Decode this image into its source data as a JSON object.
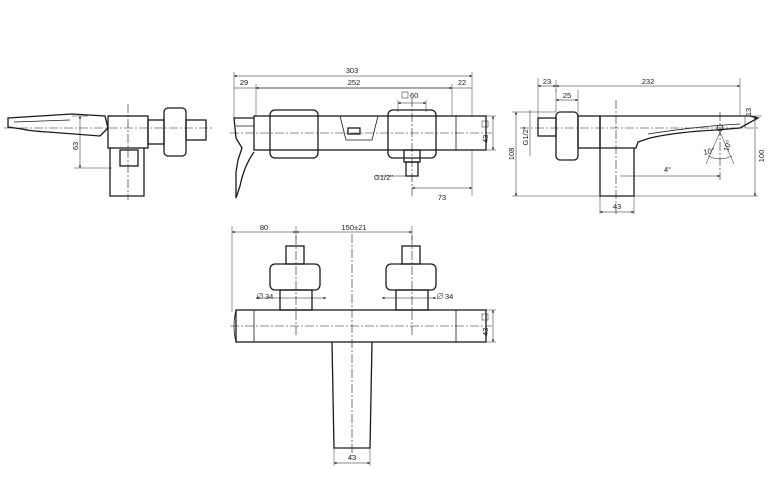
{
  "labels": {
    "d303": "303",
    "d29": "29",
    "d252": "252",
    "d22": "22",
    "d60": "60",
    "d43_top": "43",
    "g12_front": "G1/2\"",
    "d73": "73",
    "d63": "63",
    "d23": "23",
    "d232": "232",
    "d25": "25",
    "d108": "108",
    "g12_side": "G1/2\"",
    "d100": "100",
    "d13": "13",
    "d10a": "10°",
    "d10b": "10°",
    "d4": "4°",
    "d43_side": "43",
    "d80": "80",
    "d150": "150±21",
    "d34_left": "34",
    "d34_right": "34",
    "d43_plan": "43",
    "d43_bottom": "43"
  }
}
